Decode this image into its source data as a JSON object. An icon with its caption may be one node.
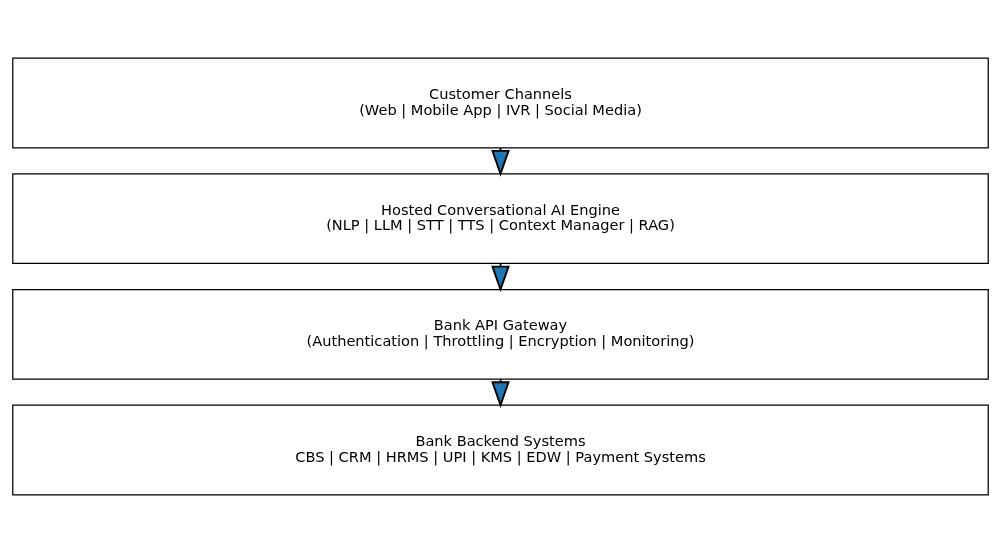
{
  "diagram": {
    "nodes": [
      {
        "text": [
          "Customer Channels",
          "(Web | Mobile App | IVR | Social Media)"
        ]
      },
      {
        "text": [
          "Hosted Conversational AI Engine",
          "(NLP | LLM | STT | TTS | Context Manager | RAG)"
        ]
      },
      {
        "text": [
          "Bank API Gateway",
          "(Authentication | Throttling | Encryption | Monitoring)"
        ]
      },
      {
        "text": [
          "Bank Backend Systems",
          "CBS | CRM | HRMS | UPI | KMS | EDW | Payment Systems"
        ]
      }
    ],
    "edges": [
      {
        "from": 0,
        "to": 1,
        "arrow": "to"
      },
      {
        "from": 1,
        "to": 2,
        "arrow": "to"
      },
      {
        "from": 2,
        "to": 3,
        "arrow": "to"
      }
    ]
  }
}
